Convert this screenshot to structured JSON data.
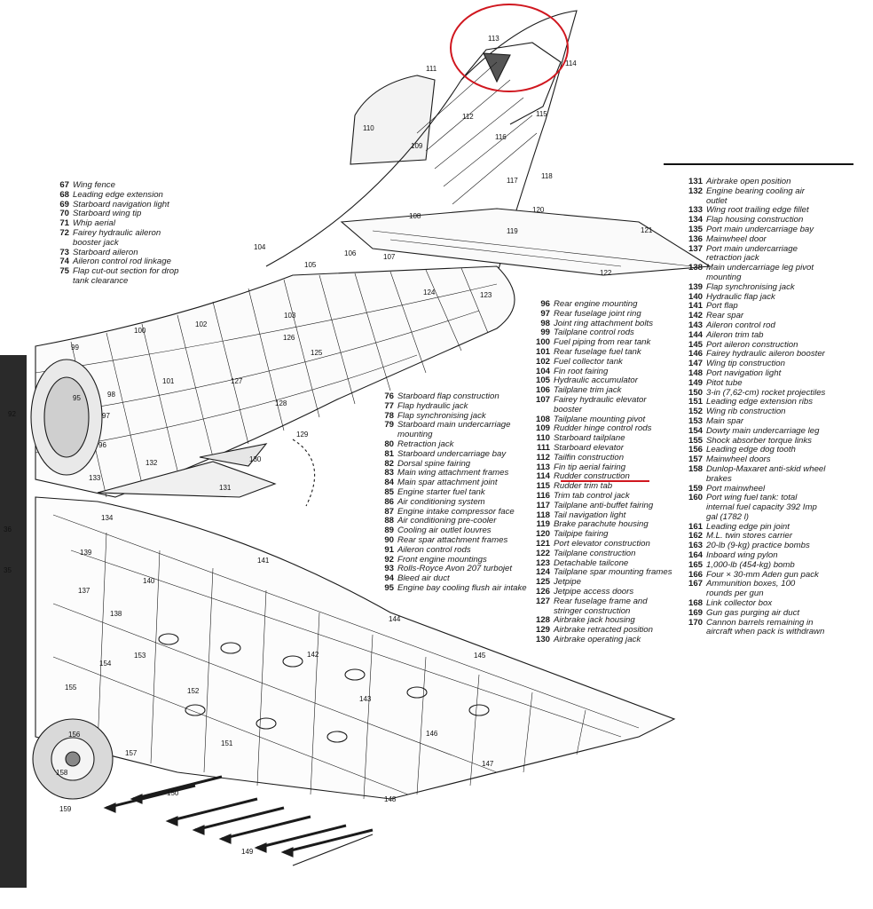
{
  "highlight": {
    "color": "#d0171f",
    "label": "113"
  },
  "legend_left": [
    {
      "n": "67",
      "t": "Wing fence"
    },
    {
      "n": "68",
      "t": "Leading edge extension"
    },
    {
      "n": "69",
      "t": "Starboard navigation light"
    },
    {
      "n": "70",
      "t": "Starboard wing tip"
    },
    {
      "n": "71",
      "t": "Whip aerial"
    },
    {
      "n": "72",
      "t": "Fairey hydraulic aileron\nbooster jack"
    },
    {
      "n": "73",
      "t": "Starboard aileron"
    },
    {
      "n": "74",
      "t": "Aileron control rod linkage"
    },
    {
      "n": "75",
      "t": "Flap cut-out section for drop\ntank clearance"
    }
  ],
  "legend_mid_a": [
    {
      "n": "76",
      "t": "Starboard flap construction"
    },
    {
      "n": "77",
      "t": "Flap hydraulic jack"
    },
    {
      "n": "78",
      "t": "Flap synchronising jack"
    },
    {
      "n": "79",
      "t": "Starboard main undercarriage\nmounting"
    },
    {
      "n": "80",
      "t": "Retraction jack"
    },
    {
      "n": "81",
      "t": "Starboard undercarriage bay"
    },
    {
      "n": "82",
      "t": "Dorsal spine fairing"
    },
    {
      "n": "83",
      "t": "Main wing attachment frames"
    },
    {
      "n": "84",
      "t": "Main spar attachment joint"
    },
    {
      "n": "85",
      "t": "Engine starter fuel tank"
    },
    {
      "n": "86",
      "t": "Air conditioning system"
    },
    {
      "n": "87",
      "t": "Engine intake compressor face"
    },
    {
      "n": "88",
      "t": "Air conditioning pre-cooler"
    },
    {
      "n": "89",
      "t": "Cooling air outlet louvres"
    },
    {
      "n": "90",
      "t": "Rear spar attachment frames"
    },
    {
      "n": "91",
      "t": "Aileron control rods"
    },
    {
      "n": "92",
      "t": "Front engine mountings"
    },
    {
      "n": "93",
      "t": "Rolls-Royce Avon 207 turbojet"
    },
    {
      "n": "94",
      "t": "Bleed air duct"
    },
    {
      "n": "95",
      "t": "Engine bay cooling flush air intake"
    }
  ],
  "legend_mid_b": [
    {
      "n": "96",
      "t": "Rear engine mounting"
    },
    {
      "n": "97",
      "t": "Rear fuselage joint ring"
    },
    {
      "n": "98",
      "t": "Joint ring attachment bolts"
    },
    {
      "n": "99",
      "t": "Tailplane control rods"
    },
    {
      "n": "100",
      "t": "Fuel piping from rear tank"
    },
    {
      "n": "101",
      "t": "Rear fuselage fuel tank"
    },
    {
      "n": "102",
      "t": "Fuel collector tank"
    },
    {
      "n": "104",
      "t": "Fin root fairing"
    },
    {
      "n": "105",
      "t": "Hydraulic accumulator"
    },
    {
      "n": "106",
      "t": "Tailplane trim jack"
    },
    {
      "n": "107",
      "t": "Fairey hydraulic elevator\nbooster"
    },
    {
      "n": "108",
      "t": "Tailplane mounting pivot"
    },
    {
      "n": "109",
      "t": "Rudder hinge control rods"
    },
    {
      "n": "110",
      "t": "Starboard tailplane"
    },
    {
      "n": "111",
      "t": "Starboard elevator"
    },
    {
      "n": "112",
      "t": "Tailfin construction"
    },
    {
      "n": "113",
      "t": "Fin tip aerial fairing"
    },
    {
      "n": "114",
      "t": "Rudder construction"
    },
    {
      "n": "115",
      "t": "Rudder trim tab"
    },
    {
      "n": "116",
      "t": "Trim tab control jack"
    },
    {
      "n": "117",
      "t": "Tailplane anti-buffet fairing"
    },
    {
      "n": "118",
      "t": "Tail navigation light"
    },
    {
      "n": "119",
      "t": "Brake parachute housing"
    },
    {
      "n": "120",
      "t": "Tailpipe fairing"
    },
    {
      "n": "121",
      "t": "Port elevator construction"
    },
    {
      "n": "122",
      "t": "Tailplane construction"
    },
    {
      "n": "123",
      "t": "Detachable tailcone"
    },
    {
      "n": "124",
      "t": "Tailplane spar mounting frames"
    },
    {
      "n": "125",
      "t": "Jetpipe"
    },
    {
      "n": "126",
      "t": "Jetpipe access doors"
    },
    {
      "n": "127",
      "t": "Rear fuselage frame and\nstringer construction"
    },
    {
      "n": "128",
      "t": "Airbrake jack housing"
    },
    {
      "n": "129",
      "t": "Airbrake retracted position"
    },
    {
      "n": "130",
      "t": "Airbrake operating jack"
    }
  ],
  "legend_right": [
    {
      "n": "131",
      "t": "Airbrake open position"
    },
    {
      "n": "132",
      "t": "Engine bearing cooling air\noutlet"
    },
    {
      "n": "133",
      "t": "Wing root trailing edge fillet"
    },
    {
      "n": "134",
      "t": "Flap housing construction"
    },
    {
      "n": "135",
      "t": "Port main undercarriage bay"
    },
    {
      "n": "136",
      "t": "Mainwheel door"
    },
    {
      "n": "137",
      "t": "Port main undercarriage\nretraction jack"
    },
    {
      "n": "138",
      "t": "Main undercarriage leg pivot\nmounting"
    },
    {
      "n": "139",
      "t": "Flap synchronising jack"
    },
    {
      "n": "140",
      "t": "Hydraulic flap jack"
    },
    {
      "n": "141",
      "t": "Port flap"
    },
    {
      "n": "142",
      "t": "Rear spar"
    },
    {
      "n": "143",
      "t": "Aileron control rod"
    },
    {
      "n": "144",
      "t": "Aileron trim tab"
    },
    {
      "n": "145",
      "t": "Port aileron construction"
    },
    {
      "n": "146",
      "t": "Fairey hydraulic aileron booster"
    },
    {
      "n": "147",
      "t": "Wing tip construction"
    },
    {
      "n": "148",
      "t": "Port navigation light"
    },
    {
      "n": "149",
      "t": "Pitot tube"
    },
    {
      "n": "150",
      "t": "3-in (7,62-cm) rocket projectiles"
    },
    {
      "n": "151",
      "t": "Leading edge extension ribs"
    },
    {
      "n": "152",
      "t": "Wing rib construction"
    },
    {
      "n": "153",
      "t": "Main spar"
    },
    {
      "n": "154",
      "t": "Dowty main undercarriage leg"
    },
    {
      "n": "155",
      "t": "Shock absorber torque links"
    },
    {
      "n": "156",
      "t": "Leading edge dog tooth"
    },
    {
      "n": "157",
      "t": "Mainwheel doors"
    },
    {
      "n": "158",
      "t": "Dunlop-Maxaret anti-skid wheel\nbrakes"
    },
    {
      "n": "159",
      "t": "Port mainwheel"
    },
    {
      "n": "160",
      "t": "Port wing fuel tank: total\ninternal fuel capacity 392 Imp\ngal (1782 l)"
    },
    {
      "n": "161",
      "t": "Leading edge pin joint"
    },
    {
      "n": "162",
      "t": "M.L. twin stores carrier"
    },
    {
      "n": "163",
      "t": "20-lb (9-kg) practice bombs"
    },
    {
      "n": "164",
      "t": "Inboard wing pylon"
    },
    {
      "n": "165",
      "t": "1,000-lb (454-kg) bomb"
    },
    {
      "n": "166",
      "t": "Four × 30-mm Aden gun pack"
    },
    {
      "n": "167",
      "t": "Ammunition boxes, 100\nrounds per gun"
    },
    {
      "n": "168",
      "t": "Link collector box"
    },
    {
      "n": "169",
      "t": "Gun gas purging air duct"
    },
    {
      "n": "170",
      "t": "Cannon barrels remaining in\naircraft when pack is withdrawn"
    }
  ],
  "callouts": [
    "111",
    "113",
    "114",
    "112",
    "115",
    "110",
    "116",
    "109",
    "118",
    "117",
    "108",
    "120",
    "119",
    "121",
    "104",
    "105",
    "106",
    "107",
    "122",
    "123",
    "124",
    "103",
    "102",
    "100",
    "126",
    "125",
    "99",
    "101",
    "127",
    "128",
    "95",
    "98",
    "97",
    "96",
    "129",
    "130",
    "132",
    "131",
    "133",
    "134",
    "139",
    "140",
    "141",
    "137",
    "138",
    "142",
    "144",
    "145",
    "153",
    "154",
    "143",
    "152",
    "146",
    "155",
    "147",
    "151",
    "156",
    "157",
    "150",
    "148",
    "158",
    "159",
    "149",
    "92",
    "36",
    "35"
  ]
}
